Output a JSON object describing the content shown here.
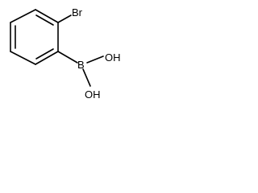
{
  "molecule": {
    "atoms": {
      "bromine": "Br",
      "boron": "B",
      "hydroxyl_upper": "OH",
      "hydroxyl_lower": "OH"
    },
    "bond_color": "#000000",
    "label_color": "#000000",
    "background": "#ffffff"
  }
}
